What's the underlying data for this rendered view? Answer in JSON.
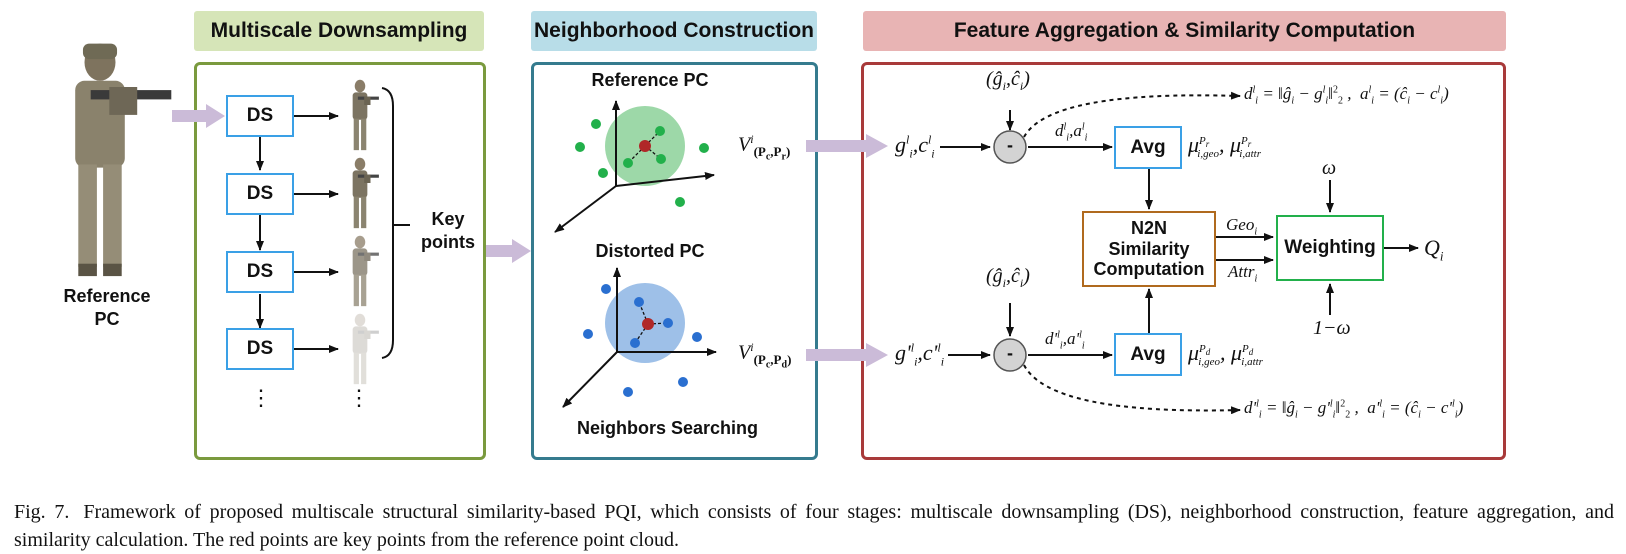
{
  "headers": {
    "downsampling": "Multiscale Downsampling",
    "neighborhood": "Neighborhood Construction",
    "aggregation": "Feature Aggregation &  Similarity Computation"
  },
  "colors": {
    "downsampling_header": "#d6e5b8",
    "downsampling_border": "#7a9a3e",
    "neighborhood_header": "#b8dde8",
    "neighborhood_border": "#357b8e",
    "aggregation_header": "#e8b4b4",
    "aggregation_border": "#a83a3a",
    "box_border": "#3aa0e6",
    "n2n_border": "#b06a1e",
    "weighting_border": "#22b04b",
    "arrow_fat": "#cbbbd8",
    "green_point": "#22b04b",
    "blue_point": "#2a6fd0",
    "key_point": "#b02828"
  },
  "left": {
    "reference_label": "Reference\nPC"
  },
  "downsampling": {
    "ds_label": "DS",
    "key_points_label": "Key\npoints",
    "dots": "⋮"
  },
  "neighborhood": {
    "reference_pc": "Reference PC",
    "distorted_pc": "Distorted PC",
    "neighbors_searching": "Neighbors Searching"
  },
  "aggregation": {
    "avg_label": "Avg",
    "n2n_label": "N2N\nSimilarity\nComputation",
    "weighting_label": "Weighting",
    "minus": "-",
    "geo_label": "Geo",
    "attr_label": "Attr",
    "omega": "ω",
    "one_minus_omega": "1−ω",
    "q_label": "Q"
  },
  "caption": {
    "number": "Fig. 7.",
    "text": "Framework of proposed multiscale structural similarity-based PQI, which consists of four stages: multiscale downsampling (DS), neighborhood construction, feature aggregation, and similarity calculation. The red points are key points from the reference point cloud."
  }
}
